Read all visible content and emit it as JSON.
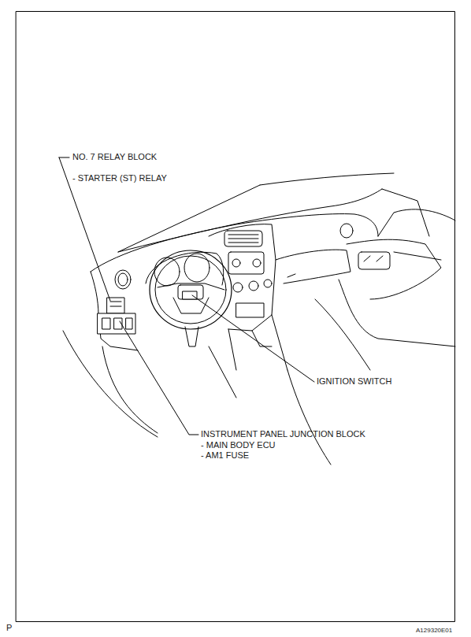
{
  "diagram": {
    "labels": [
      "NO. 7 RELAY BLOCK",
      "- STARTER (ST) RELAY",
      "IGNITION SWITCH",
      "INSTRUMENT PANEL JUNCTION BLOCK",
      "- MAIN BODY ECU",
      "- AM1 FUSE",
      "P",
      "A129320E01"
    ]
  }
}
